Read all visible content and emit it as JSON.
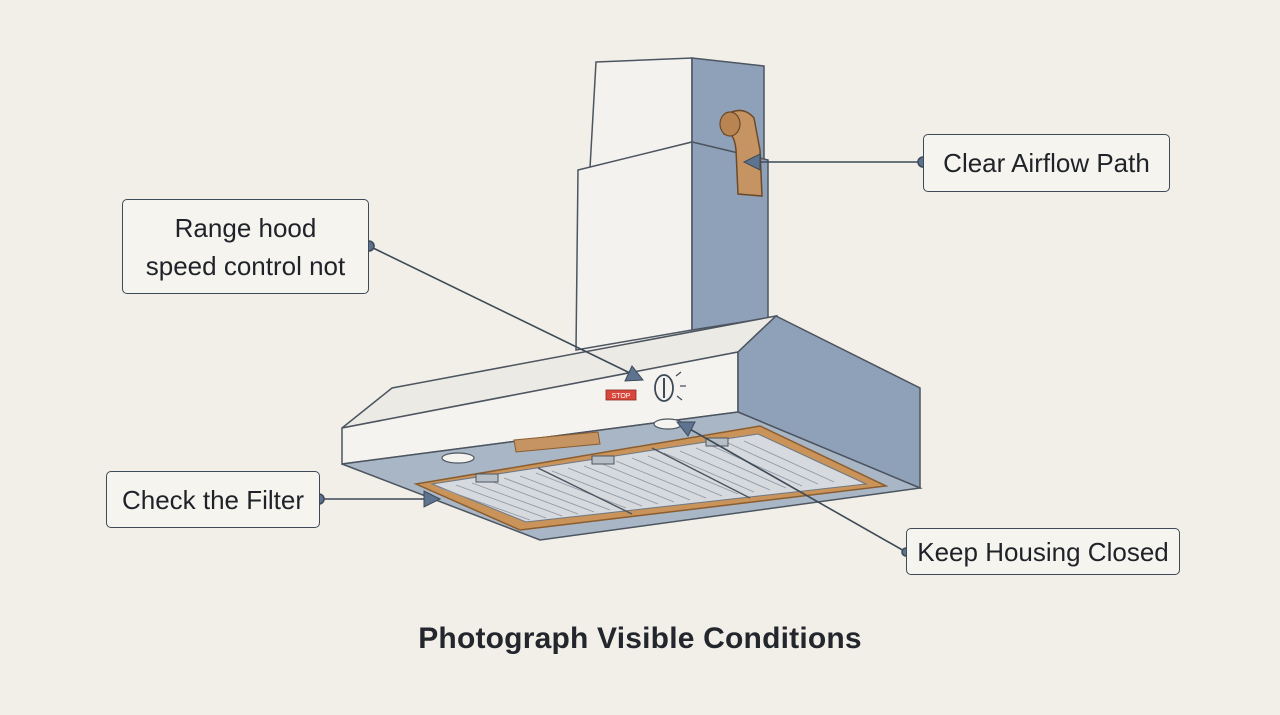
{
  "callouts": {
    "speed_control": {
      "line1": "Range hood",
      "line2": "speed control not"
    },
    "airflow": "Clear Airflow Path",
    "filter": "Check the Filter",
    "housing": "Keep Housing Closed"
  },
  "hood_label": "STOP",
  "caption": "Photograph Visible Conditions",
  "colors": {
    "background": "#f1efe8",
    "steel": "#8fa1b8",
    "filter_frame": "#c9935a",
    "duct": "#c59462",
    "label_red": "#d9473a",
    "line": "#3e4a57"
  },
  "icons": [
    "range-hood-illustration",
    "duct-pipe-icon",
    "speed-knob-icon",
    "callout-dot",
    "callout-arrowhead"
  ]
}
